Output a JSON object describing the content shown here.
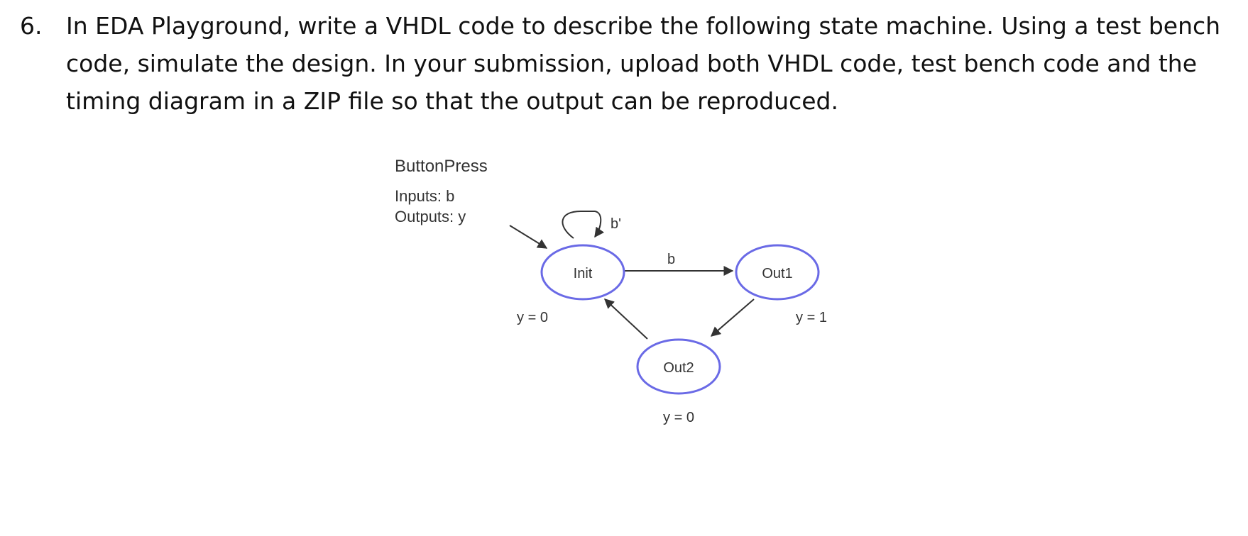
{
  "question": {
    "number": "6.",
    "lines": [
      "In EDA Playground, write a VHDL code to describe the following state machine. Using a test bench",
      "code, simulate the design. In your submission, upload both VHDL code, test bench code and the",
      "timing diagram in a ZIP file so that the output can be reproduced."
    ]
  },
  "diagram": {
    "title": "ButtonPress",
    "inputs_label": "Inputs: b",
    "outputs_label": "Outputs: y",
    "colors": {
      "state_outline": "#6a6ae6",
      "edge": "#333333"
    },
    "states": [
      {
        "name": "Init",
        "output": "y = 0"
      },
      {
        "name": "Out1",
        "output": "y = 1"
      },
      {
        "name": "Out2",
        "output": "y = 0"
      }
    ],
    "transitions": [
      {
        "from": "Init",
        "to": "Init",
        "label": "b'"
      },
      {
        "from": "Init",
        "to": "Out1",
        "label": "b"
      },
      {
        "from": "Out1",
        "to": "Out2",
        "label": ""
      },
      {
        "from": "Out2",
        "to": "Init",
        "label": ""
      }
    ]
  }
}
